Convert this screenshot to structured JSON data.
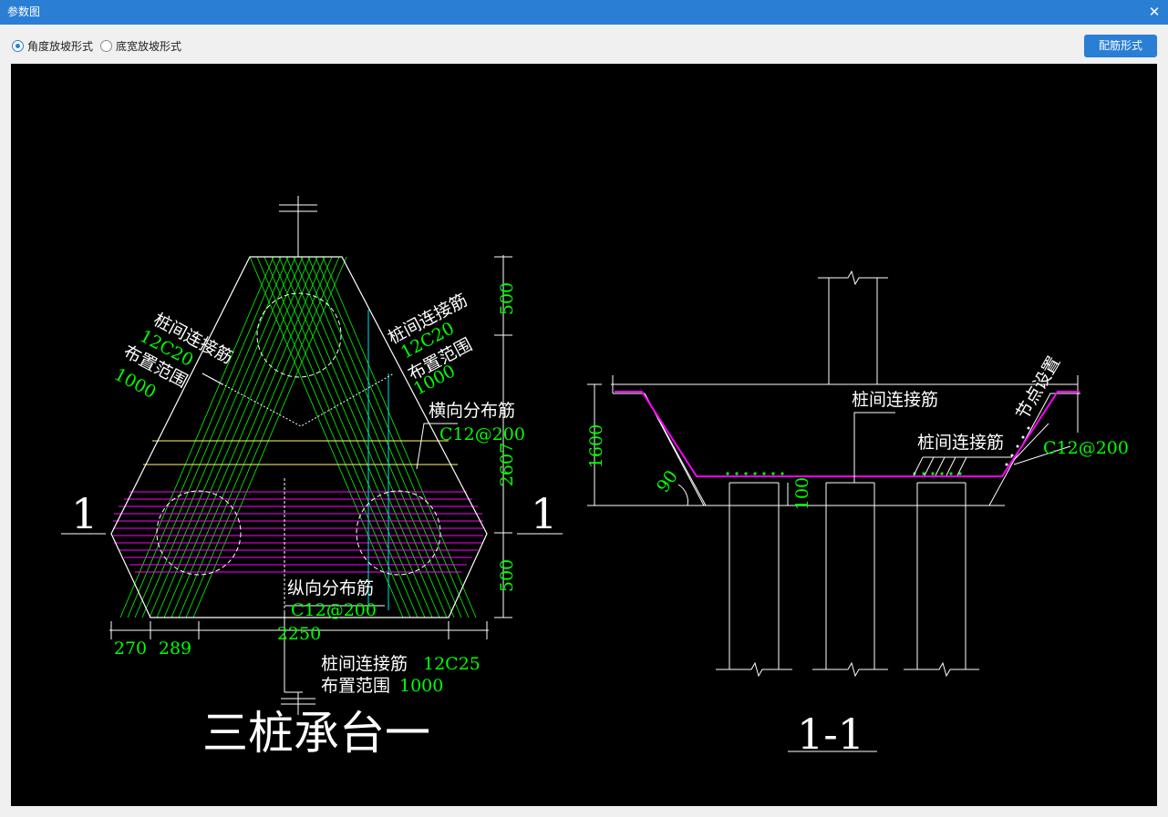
{
  "window": {
    "title": "参数图",
    "close_glyph": "✕"
  },
  "toolbar": {
    "radio_angle": "角度放坡形式",
    "radio_width": "底宽放坡形式",
    "selected": "角度放坡形式",
    "rebar_button": "配筋形式"
  },
  "colors": {
    "accent": "#2a7fd4",
    "canvas_bg": "#000000",
    "dim_green": "#00ff00",
    "stirrup_magenta": "#ff00ff",
    "outline_white": "#ffffff",
    "aux_yellow": "#ffff66",
    "aux_cyan": "#00e5e5"
  },
  "plan": {
    "section_mark": "1",
    "left_conn": {
      "name": "桩间连接筋",
      "spec": "12C20",
      "range_label": "布置范围",
      "range_value": "1000"
    },
    "right_conn": {
      "name": "桩间连接筋",
      "spec": "12C20",
      "range_label": "布置范围",
      "range_value": "1000"
    },
    "transverse": {
      "name": "横向分布筋",
      "spec": "C12@200"
    },
    "longitudinal": {
      "name": "纵向分布筋",
      "spec": "C12@200"
    },
    "bottom_conn": {
      "name": "桩间连接筋",
      "spec": "12C25",
      "range_label": "布置范围",
      "range_value": "1000"
    },
    "dims": {
      "top": "500",
      "middle": "2607",
      "bottom": "500",
      "width": "2250",
      "left_a": "270",
      "left_b": "289"
    },
    "title": "三桩承台一"
  },
  "section": {
    "title": "1-1",
    "conn_top": "桩间连接筋",
    "conn_side": "桩间连接筋",
    "node_setting": "节点设置",
    "side_spec": "C12@200",
    "dims": {
      "height": "1600",
      "embed": "100",
      "angle": "90"
    }
  }
}
